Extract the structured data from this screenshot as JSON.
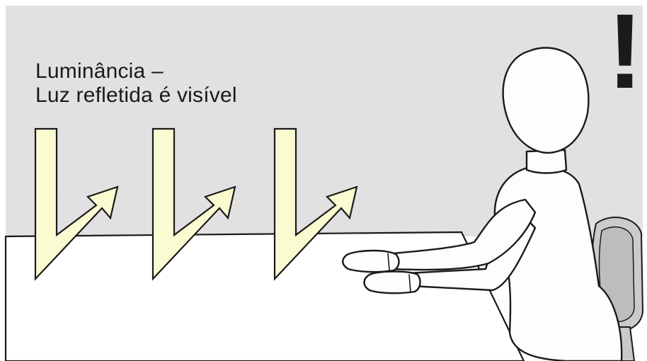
{
  "caption": {
    "line1": "Luminância –",
    "line2": "Luz refletida é visível"
  },
  "warning_mark": "!",
  "colors": {
    "wall": "#e1e1e1",
    "desk": "#ffffff",
    "arrow_fill": "#fbfbd2",
    "outline": "#1a1a1a",
    "chair": "#c9c9c9"
  },
  "icons": [
    "reflection-arrow-icon",
    "mannequin-figure",
    "chair-backrest"
  ]
}
